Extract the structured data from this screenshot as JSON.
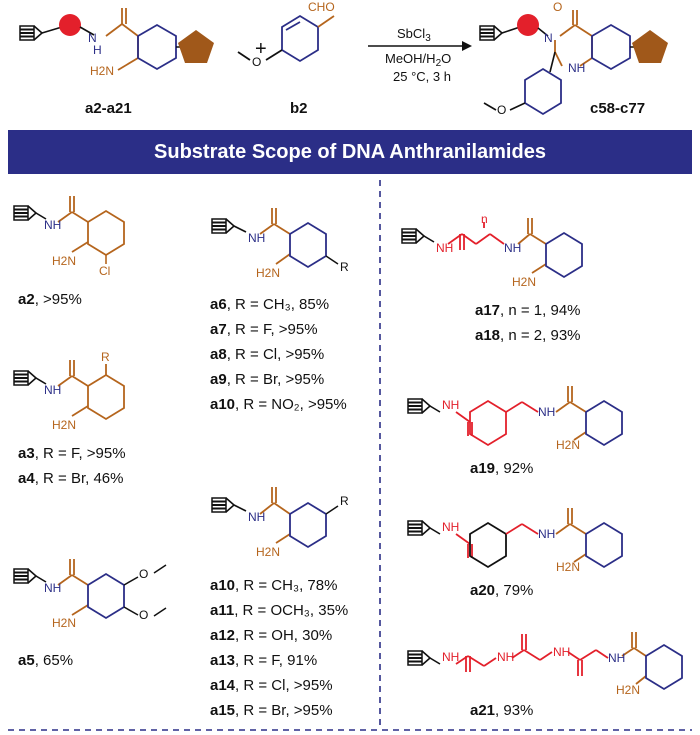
{
  "scheme": {
    "reactant_a_label": "a2-a21",
    "reactant_b_label": "b2",
    "product_label": "c58-c77",
    "plus": "+",
    "reagent_line1": "SbCl",
    "reagent_line1_sub": "3",
    "reagent_line2": "MeOH/H",
    "reagent_line2_sub": "2",
    "reagent_line2_end": "O",
    "reagent_line3": "25 °C, 3 h"
  },
  "banner": {
    "title": "Substrate Scope of DNA Anthranilamides"
  },
  "atoms": {
    "N": "N",
    "H": "H",
    "O": "O",
    "NH": "NH",
    "H2N": "H2N",
    "Cl": "Cl",
    "R": "R",
    "CHO": "CHO",
    "n": "n"
  },
  "entries": [
    {
      "id": "a2",
      "text": ", >95%"
    },
    {
      "id": "a3",
      "text": ", R = F, >95%"
    },
    {
      "id": "a4",
      "text": ", R = Br, 46%"
    },
    {
      "id": "a5",
      "text": ", 65%"
    },
    {
      "id": "a6",
      "text": ",  R = CH₃, 85%"
    },
    {
      "id": "a7",
      "text": ",  R = F, >95%"
    },
    {
      "id": "a8",
      "text": ",  R = Cl, >95%"
    },
    {
      "id": "a9",
      "text": ",  R = Br, >95%"
    },
    {
      "id": "a10",
      "text": ", R = NO₂, >95%"
    },
    {
      "id": "a10",
      "text": ", R = CH₃, 78%"
    },
    {
      "id": "a11",
      "text": ", R = OCH₃, 35%"
    },
    {
      "id": "a12",
      "text": ", R = OH, 30%"
    },
    {
      "id": "a13",
      "text": ", R = F, 91%"
    },
    {
      "id": "a14",
      "text": ", R = Cl, >95%"
    },
    {
      "id": "a15",
      "text": ", R = Br, >95%"
    },
    {
      "id": "a17",
      "text": ", n = 1, 94%"
    },
    {
      "id": "a18",
      "text": ", n = 2, 93%"
    },
    {
      "id": "a19",
      "text": ", 92%"
    },
    {
      "id": "a20",
      "text": ", 79%"
    },
    {
      "id": "a21",
      "text": ", 93%"
    }
  ],
  "colors": {
    "banner": "#2b2e87",
    "amide": "#b5651d",
    "linker": "#e0202a",
    "aryl": "#2b2e87",
    "pentagon": "#a0581a",
    "dash": "#2b2e87"
  }
}
